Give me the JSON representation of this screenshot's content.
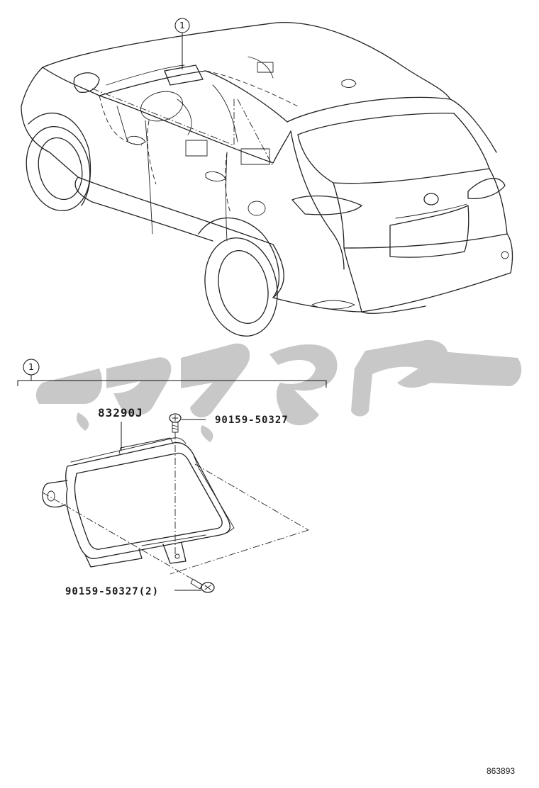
{
  "callouts": {
    "top_circle": "1",
    "lower_circle": "1"
  },
  "parts": {
    "main_part": "83290J",
    "bolt_upper": "90159-50327",
    "bolt_lower": "90159-50327(2)"
  },
  "watermark": {
    "color": "#c8c8c8"
  },
  "diagram_code": "863893"
}
